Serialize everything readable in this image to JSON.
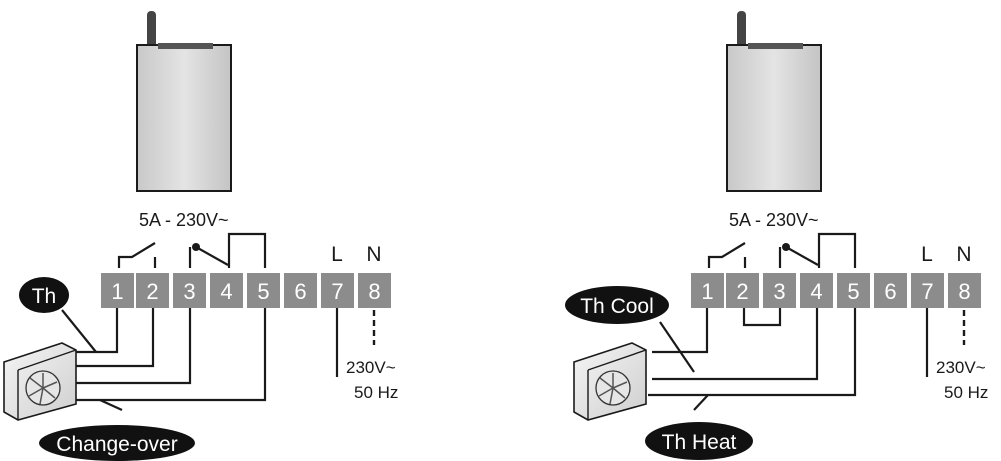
{
  "colors": {
    "terminal": "#8c8c8c",
    "pill": "#111111",
    "device_body": "#d9d9d9",
    "wire": "#1a1a1a"
  },
  "left_diagram": {
    "rating": "5A - 230V~",
    "terminals": [
      "1",
      "2",
      "3",
      "4",
      "5",
      "6",
      "7",
      "8"
    ],
    "line_label": "L",
    "neutral_label": "N",
    "supply_voltage": "230V~",
    "supply_frequency": "50 Hz",
    "thermostat_label": "Th",
    "changeover_label": "Change-over"
  },
  "right_diagram": {
    "rating": "5A - 230V~",
    "terminals": [
      "1",
      "2",
      "3",
      "4",
      "5",
      "6",
      "7",
      "8"
    ],
    "line_label": "L",
    "neutral_label": "N",
    "supply_voltage": "230V~",
    "supply_frequency": "50 Hz",
    "cool_label": "Th Cool",
    "heat_label": "Th Heat"
  }
}
